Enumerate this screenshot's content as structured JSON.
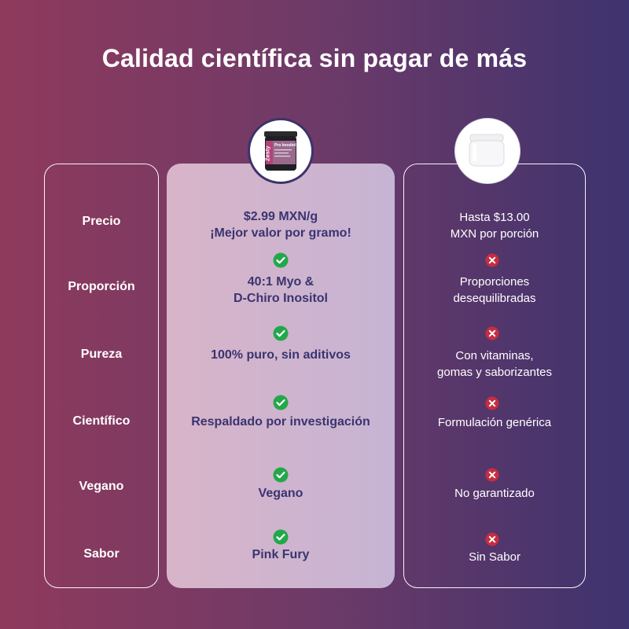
{
  "title": "Calidad científica sin pagar de más",
  "colors": {
    "check_green": "#22a84a",
    "cross_red": "#c62e3f",
    "zesty_text": "#3a3470",
    "background_left": "#8f3a5c",
    "background_right": "#3e336e"
  },
  "icons": {
    "check": "check-circle-icon",
    "cross": "cross-circle-icon"
  },
  "zesty_product": {
    "brand": "Zesty",
    "name": "Pro Inositol"
  },
  "rows": [
    {
      "label": "Precio",
      "zesty": [
        "$2.99 MXN/g",
        "¡Mejor valor por gramo!"
      ],
      "other": [
        "Hasta $13.00",
        "MXN por porción"
      ]
    },
    {
      "label": "Proporción",
      "zesty": [
        "40:1 Myo &",
        "D-Chiro Inositol"
      ],
      "other": [
        "Proporciones",
        "desequilibradas"
      ]
    },
    {
      "label": "Pureza",
      "zesty": [
        "100% puro, sin aditivos"
      ],
      "other": [
        "Con vitaminas,",
        "gomas y saborizantes"
      ]
    },
    {
      "label": "Científico",
      "zesty": [
        "Respaldado por investigación"
      ],
      "other": [
        "Formulación genérica"
      ]
    },
    {
      "label": "Vegano",
      "zesty": [
        "Vegano"
      ],
      "other": [
        "No garantizado"
      ]
    },
    {
      "label": "Sabor",
      "zesty": [
        "Pink Fury"
      ],
      "other": [
        "Sin Sabor"
      ]
    }
  ]
}
